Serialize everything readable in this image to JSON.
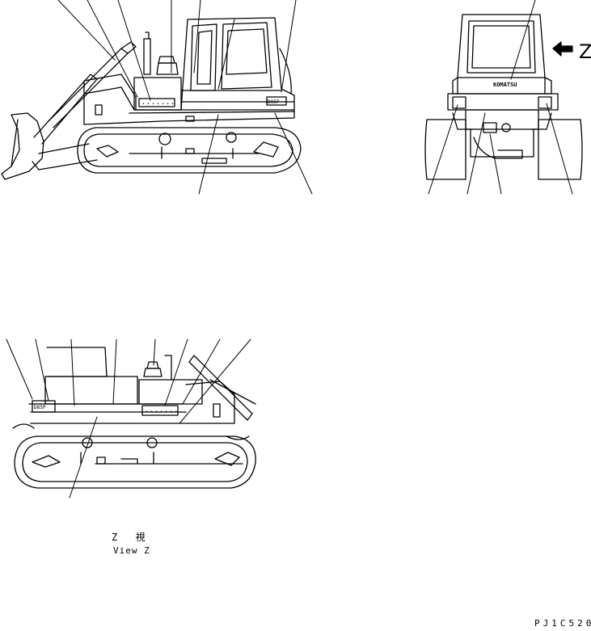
{
  "labels": {
    "view_z_jp": "Z　 視",
    "view_z_en": "View Z",
    "arrow_letter": "Z",
    "drawing_number": "PJ1C520"
  },
  "decals": {
    "model_decal_text": "D85P",
    "brand_decal_text": "KOMATSU"
  }
}
